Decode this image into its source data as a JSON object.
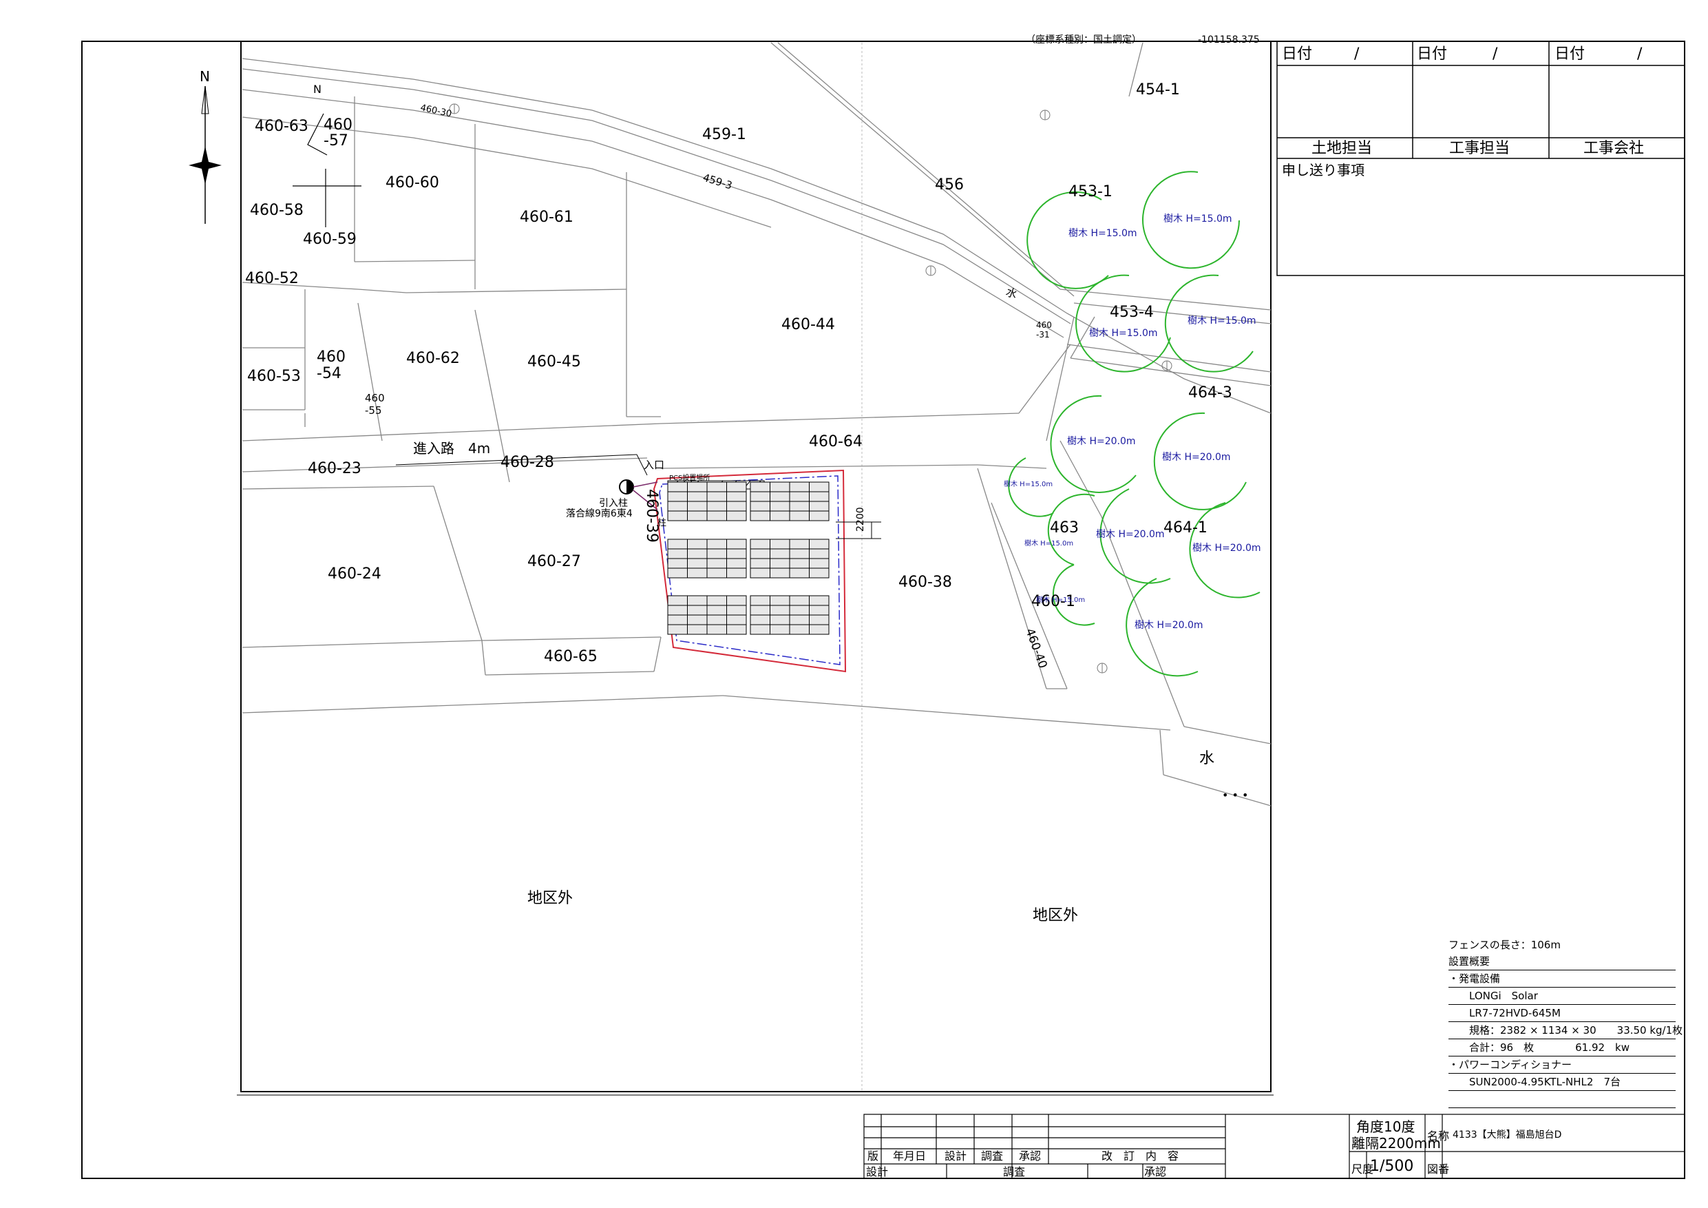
{
  "header": {
    "date_labels": [
      "日付",
      "日付",
      "日付"
    ],
    "date_separator": "/",
    "roles": [
      "土地担当",
      "工事担当",
      "工事会社"
    ],
    "notes_label": "申し送り事項",
    "top_clipped_text": "（座標系種別：国土調定）",
    "top_clipped_value": "-101158.375"
  },
  "compass": {
    "north": "N"
  },
  "parcels": [
    "460-63",
    "460",
    "-57",
    "N",
    "460-60",
    "460-58",
    "460-59",
    "460-61",
    "459-1",
    "454-1",
    "456",
    "453-1",
    "460-52",
    "460-44",
    "453-4",
    "460",
    "-31",
    "460",
    "-54",
    "460-62",
    "460-45",
    "460-53",
    "460",
    "-55",
    "464-3",
    "460-64",
    "460-23",
    "460-28",
    "460-27",
    "460-24",
    "460-38",
    "463",
    "464-1",
    "460-1",
    "460-65",
    "460-40",
    "460-39"
  ],
  "road_labels": [
    "460-30",
    "459-3",
    "水",
    "水"
  ],
  "site": {
    "access_road": "進入路　4m",
    "entrance": "入口",
    "pole_in": "引入柱",
    "connection": "落合線9南6東4",
    "pole": "柱",
    "pcs_label": "PCS設置場所",
    "spacing": "2200"
  },
  "trees": [
    "樹木 H=15.0m",
    "樹木 H=15.0m",
    "樹木 H=15.0m",
    "樹木 H=15.0m",
    "樹木 H=20.0m",
    "樹木 H=20.0m",
    "樹木 H=15.0m",
    "樹木 H=15.0m",
    "樹木 H=20.0m",
    "樹木 H=20.0m",
    "樹木 H=15.0m",
    "樹木 H=20.0m"
  ],
  "outside_area": [
    "地区外",
    "地区外"
  ],
  "info": {
    "fence_length": "フェンスの長さ：106m",
    "overview": "設置概要",
    "gen_equipment": "・発電設備",
    "maker": "LONGi　Solar",
    "model": "LR7-72HVD-645M",
    "spec": "規格：2382 × 1134 × 30　　33.50 kg/1枚",
    "total": "合計：96　枚　　　　61.92　kw",
    "pcs_heading": "・パワーコンディショナー",
    "pcs_model": "SUN2000-4.95KTL-NHL2　7台"
  },
  "title_block": {
    "headers": [
      "版",
      "年月日",
      "設計",
      "調査",
      "承認",
      "改　訂　内　容"
    ],
    "footer": [
      "設計",
      "調査",
      "承認"
    ],
    "angle": "角度10度",
    "spacing": "離隔2200mm",
    "scale_label": "尺度",
    "scale": "1/500",
    "name_label": "名称",
    "name": "4133【大熊】福島旭台D",
    "drawing_no_label": "図番"
  },
  "colors": {
    "tree": "#2db52d",
    "tree_text": "#1a1aa0",
    "site_boundary": "#d42a3a",
    "setback": "#2a2ac8"
  }
}
